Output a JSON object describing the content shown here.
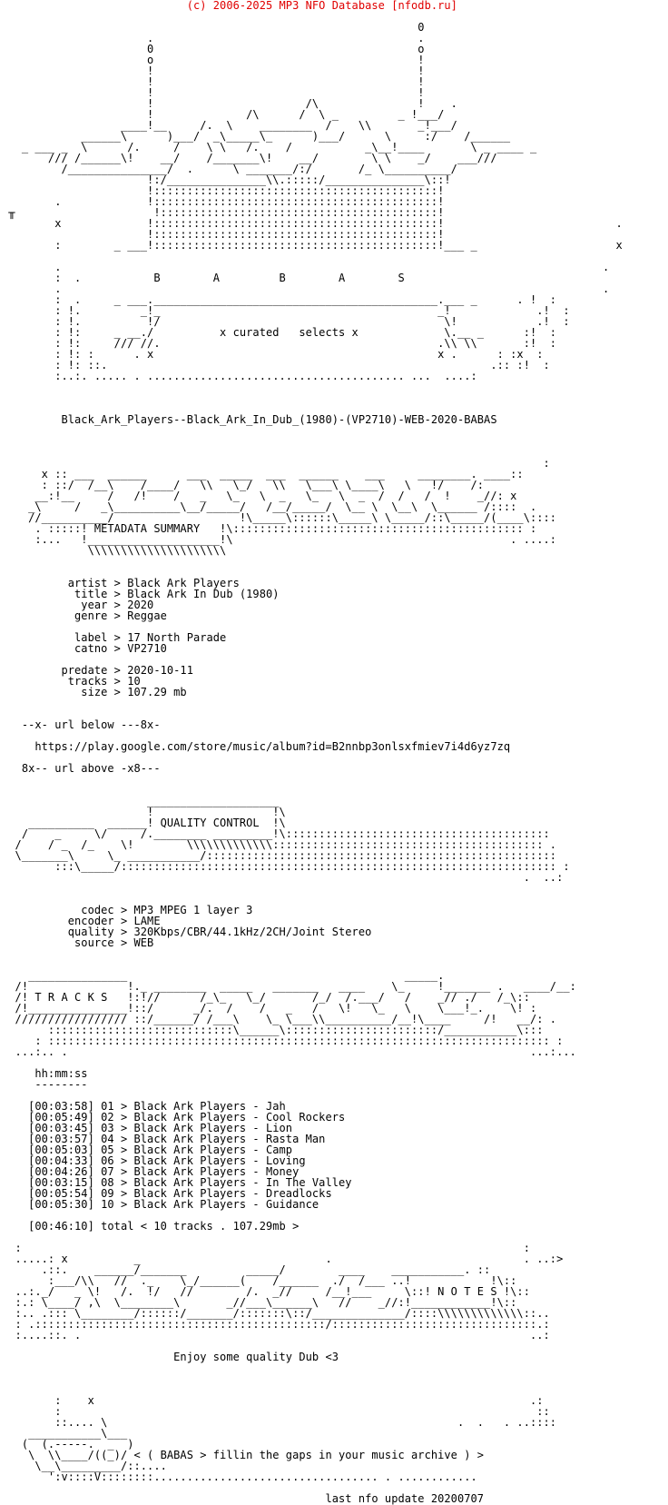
{
  "header": {
    "copyright": "                            (c) 2006-2025 MP3 NFO Database [nfodb.ru]",
    "color": "#e00000"
  },
  "release_name": "Black_Ark_Players--Black_Ark_In_Dub_(1980)-(VP2710)-WEB-2020-BABAS",
  "metadata": {
    "section_title": "METADATA SUMMARY",
    "artist": "Black Ark Players",
    "title": "Black Ark In Dub (1980)",
    "year": "2020",
    "genre": "Reggae",
    "label": "17 North Parade",
    "catno": "VP2710",
    "predate": "2020-10-11",
    "tracks": "10",
    "size": "107.29 mb"
  },
  "url": {
    "below_marker": "--x- url below ---8x-",
    "link": "https://play.google.com/store/music/album?id=B2nnbp3onlsxfmiev7i4d6yz7zq",
    "above_marker": "8x-- url above -x8---"
  },
  "quality": {
    "section_title": "QUALITY CONTROL",
    "codec": "MP3 MPEG 1 layer 3",
    "encoder": "LAME",
    "quality": "320Kbps/CBR/44.1kHz/2CH/Joint Stereo",
    "source": "WEB"
  },
  "tracklist": {
    "section_title": "T R A C K S",
    "time_header": "hh:mm:ss",
    "tracks": [
      {
        "time": "00:03:58",
        "num": "01",
        "artist": "Black Ark Players",
        "title": "Jah"
      },
      {
        "time": "00:05:49",
        "num": "02",
        "artist": "Black Ark Players",
        "title": "Cool Rockers"
      },
      {
        "time": "00:03:45",
        "num": "03",
        "artist": "Black Ark Players",
        "title": "Lion"
      },
      {
        "time": "00:03:57",
        "num": "04",
        "artist": "Black Ark Players",
        "title": "Rasta Man"
      },
      {
        "time": "00:05:03",
        "num": "05",
        "artist": "Black Ark Players",
        "title": "Camp"
      },
      {
        "time": "00:04:33",
        "num": "06",
        "artist": "Black Ark Players",
        "title": "Loving"
      },
      {
        "time": "00:04:26",
        "num": "07",
        "artist": "Black Ark Players",
        "title": "Money"
      },
      {
        "time": "00:03:15",
        "num": "08",
        "artist": "Black Ark Players",
        "title": "In The Valley"
      },
      {
        "time": "00:05:54",
        "num": "09",
        "artist": "Black Ark Players",
        "title": "Dreadlocks"
      },
      {
        "time": "00:05:30",
        "num": "10",
        "artist": "Black Ark Players",
        "title": "Guidance"
      }
    ],
    "total": "[00:46:10] total < 10 tracks . 107.29mb >"
  },
  "notes": {
    "section_title": "N O T E S",
    "text": "Enjoy some quality Dub <3"
  },
  "footer": {
    "tagline": "< ( BABAS > fillin the gaps in your music archive ) >",
    "last_update": "last nfo update 20200707"
  },
  "lines": [
    "",
    "                                                               0",
    "                      .                                        .",
    "                      0                                        o",
    "                      o                                        !",
    "                      !                                        !",
    "                      !                                        !",
    "                      !                                        !",
    "                      !                       /\\               !    .",
    "                      !              /\\      /  \\ _         _ !___/",
    "                  ____!__     /.  \\    ________  /    \\\\       _!___/",
    "            ______\\      )___/  _\\_____\\_      )___/      \\     :/    /______",
    "   _ ___ _  \\      /.     /    \\ \\   /.    /           _\\__!____       \\ _ ____ _",
    "       /// /______\\!    __/    /_______\\!    __/        \\ \\    _/    ___///",
    "         /_______________/  .      \\ _______/:/       /_ \\__________/",
    "                      !:/_______________\\\\.:::::/_______________\\::!",
    "                      !:::::::::::::::::::::::::::::::::::::::::::!",
    "        .             !:::::::::::::::::::::::::::::::::::::::::::!",
    " ╥                     !::::::::::::::::::::::::::::::::::::::::::!",
    "        x             !:::::::::::::::::::::::::::::::::::::::::::!                          .",
    "                      !:::::::::::::::::::::::::::::::::::::::::::!",
    "        :        _ ___!:::::::::::::::::::::::::::::::::::::::::::!___ _                     x",
    "",
    "        .                                                                                  .",
    "        :  .           B        A         B        A        S",
    "        .                                                                                  .",
    "        :  .     _ ___.___________________________________________.___ _      . !  :",
    "        : !.         _!_                                          _!             .!  :",
    "        : !.          !/                                           \\!            .!  :",
    "        : !:     _ __./          x curated   selects x             \\.__ _      :!  :",
    "        : !:     /// //.                                          .\\\\ \\\\       :!  :",
    "        : !: :      . x                                           x .      : :x  :",
    "        : !: ::.                                                          .:: :!  :",
    "        :..:. ..... . ....................................... ...  ....:",
    "",
    "",
    "",
    "         Black_Ark_Players--Black_Ark_In_Dub_(1980)-(VP2710)-WEB-2020-BABAS",
    "",
    "",
    "",
    "                                                                                  :",
    "      x :: ___  ______      ___  _____  ___  ______    ___     ________. ____::",
    "      : ::/  /__\\    /____/   \\\\   \\_/   \\\\   \\___\\ \\____\\   \\   !/    /:",
    "     __:!__     /   /!    /   _   \\_   \\  _   \\_   \\  _  /  /   /  !    _//: x",
    "    _\\     /   _\\__________\\__/_____/   /__/_____/  \\__ \\  \\__\\  \\______ /::::  .",
    "    //__________/                   !\\_____\\::::::\\_____\\ \\_____/::\\_____/(____\\::::",
    "     . :::::! METADATA SUMMARY   !\\:::::::::::::::::::::::::::::::::::::::::::: :",
    "     :...   !____________________!\\                                          . ....:",
    "             \\\\\\\\\\\\\\\\\\\\\\\\\\\\\\\\\\\\\\\\\\",
    "",
    "",
    "          artist > Black Ark Players",
    "           title > Black Ark In Dub (1980)",
    "            year > 2020",
    "           genre > Reggae",
    "",
    "           label > 17 North Parade",
    "           catno > VP2710",
    "",
    "         predate > 2020-10-11",
    "          tracks > 10",
    "            size > 107.29 mb",
    "",
    "",
    "   --x- url below ---8x-",
    "",
    "     https://play.google.com/store/music/album?id=B2nnbp3onlsxfmiev7i4d6yz7zq",
    "",
    "   8x-- url above -x8---",
    "",
    "",
    "                      ____________________",
    "                      !                  !\\",
    "    __________  ______! QUALITY CONTROL  !\\",
    "   /    _     \\/     /.________ _________!\\::::::::::::::::::::::::::::::::::::::::",
    "  /    / _  /_    \\!        \\\\\\\\\\\\\\\\\\\\\\\\\\::::::::::::::::::::::::::::::::::::::::: .",
    "  \\_______\\     \\_ ___________/:::::::::::::::::::::::::::::::::::::::::::::::::::::",
    "        :::\\_____/:::::::::::::::::::::::::::::::::::::::::::::::::::::::::::::::::: :",
    "                                                                               .  ..:",
    "",
    "",
    "            codec > MP3 MPEG 1 layer 3",
    "          encoder > LAME",
    "          quality > 320Kbps/CBR/44.1kHz/2CH/Joint Stereo",
    "           source > WEB",
    "",
    "",
    "    _______________                                          _____.",
    "  /!               !._ ________  _____   _______   ____    \\_     !_______ .   ____/__:",
    "  /! T R A C K S   !:!//      /_\\_   \\_/       /_/  /.___/   /    _// ./   /_\\::",
    "  /!_______________!::/      _/.  /    /   _   /   \\!   \\_   \\    \\___!_.    \\! :",
    "  ///////////////// ::/______/ /___\\    \\_ \\___\\\\__________/__!\\____     /!   __/: .",
    "       ::::::::::::::::::::::::::::\\______\\:::::::::::::::::::::::/___________\\:::",
    "     : :::::::::::::::::::::::::::::::::::::::::::::::::::::::::::::::::::::::::::: :",
    "  ...:.. .                                                                      ...:...",
    "",
    "     hh:mm:ss",
    "     --------",
    "",
    "    [00:03:58] 01 > Black Ark Players - Jah",
    "    [00:05:49] 02 > Black Ark Players - Cool Rockers",
    "    [00:03:45] 03 > Black Ark Players - Lion",
    "    [00:03:57] 04 > Black Ark Players - Rasta Man",
    "    [00:05:03] 05 > Black Ark Players - Camp",
    "    [00:04:33] 06 > Black Ark Players - Loving",
    "    [00:04:26] 07 > Black Ark Players - Money",
    "    [00:03:15] 08 > Black Ark Players - In The Valley",
    "    [00:05:54] 09 > Black Ark Players - Dreadlocks",
    "    [00:05:30] 10 > Black Ark Players - Guidance",
    "",
    "    [00:46:10] total < 10 tracks . 107.29mb >",
    "",
    "  :                                                                            :",
    "  .....: x          _                            .                             . ..:>",
    "      .::.    ______/_______         _____/        ____    ___________. ::",
    "       :___/\\\\   //  ._    \\_/______(    /______  ./  /___ ..!            !\\::",
    "  ..:._/   _ \\!   /.  !/   //        /.  _//     /__!___     \\::! N O T E S !\\::",
    "  :.: \\____/ ,\\  \\________\\       _//___\\______\\   //    _//:!____________!\\::",
    "  :.. .::: \\________/::::::/_______/:::::::\\::/______________/::::\\\\\\\\\\\\\\\\\\\\\\\\\\::..",
    "  : .::::::::::::::::::::::::::::::::::::::::::::/:::::::::::::::::::::::::::::::.:",
    "  :....::. .                                                                    ..:",
    "",
    "                          Enjoy some quality Dub <3",
    "",
    "",
    "",
    "        :    x                                                                  .:",
    "        :                                                                        ::",
    "        ::.... \\                                                     .  .   . ..::::",
    "    ___________\\___",
    "   (  (.-----.  _  )",
    "    \\  \\\\____/((_)/ < ( BABAS > fillin the gaps in your music archive ) >",
    "     \\__\\_________/::....",
    "       ':v::::V::::::::.................................. . ............",
    "",
    "                                                 last nfo update 20200707"
  ]
}
